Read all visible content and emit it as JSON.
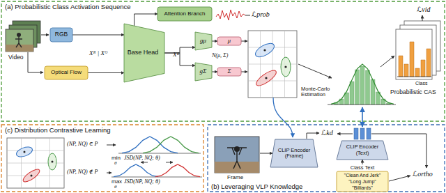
{
  "diagram": {
    "nodes": [
      {
        "text": [
          "(a) Probabilistic Class Activation Sequence"
        ]
      },
      {
        "text": [
          "RGB"
        ],
        "in": 0
      },
      {
        "text": [
          "Optical Flow"
        ],
        "in": 0
      },
      {
        "text": [
          "Base Head"
        ],
        "in": 0
      },
      {
        "text": [
          "Attention Branch"
        ],
        "in": 0
      },
      {
        "text": [
          "gμ"
        ],
        "in": 0
      },
      {
        "text": [
          "gΣ"
        ],
        "in": 0
      },
      {
        "text": [
          "μ"
        ],
        "in": 0
      },
      {
        "text": [
          "Σ"
        ],
        "in": 0
      },
      {
        "text": [
          "(c) Distribution Contrastive Learning"
        ]
      },
      {
        "text": [
          "(b) Leveraging VLP Knowledge"
        ]
      },
      {
        "text": [
          "CLIP Encoder (Frame)"
        ],
        "in": 10
      },
      {
        "text": [
          "CLIP Encoder (Text)"
        ],
        "in": 10
      },
      {
        "text": [
          "Class Text"
        ],
        "in": 10
      },
      {
        "text": [
          "\"Clean And Jerk\""
        ],
        "in": 13
      },
      {
        "text": [
          "\"Long Jump\""
        ],
        "in": 13
      },
      {
        "text": [
          "\"Billiards\""
        ],
        "in": 13
      }
    ],
    "edges": [
      {
        "from": 1,
        "to": 3,
        "arrow": "to"
      },
      {
        "from": 2,
        "to": 3,
        "arrow": "to"
      },
      {
        "from": 3,
        "to": 4,
        "arrow": "to"
      },
      {
        "from": 3,
        "to": 5,
        "arrow": "to"
      },
      {
        "from": 3,
        "to": 6,
        "arrow": "to"
      },
      {
        "from": 5,
        "to": 7,
        "arrow": "to"
      },
      {
        "from": 6,
        "to": 8,
        "arrow": "to"
      },
      {
        "from": 13,
        "to": 12,
        "arrow": "to"
      }
    ],
    "labels": [
      "Video",
      "Xᴿ | Xᴼ",
      "Xᴮ",
      "ℒprob",
      "N(μ, Σ)",
      "ℒvid",
      "Monte-Carlo Estimation",
      "Probabilistic CAS",
      "Class",
      "ℒkd",
      "Frame",
      "ℒortho",
      "(NP, NQ) ∈ P",
      "min",
      "θ",
      "JSD(NP, NQ; θ)",
      "(NP, NQ) ∉ P",
      "max",
      "θ",
      "JSD(NP, NQ; θ)"
    ]
  }
}
